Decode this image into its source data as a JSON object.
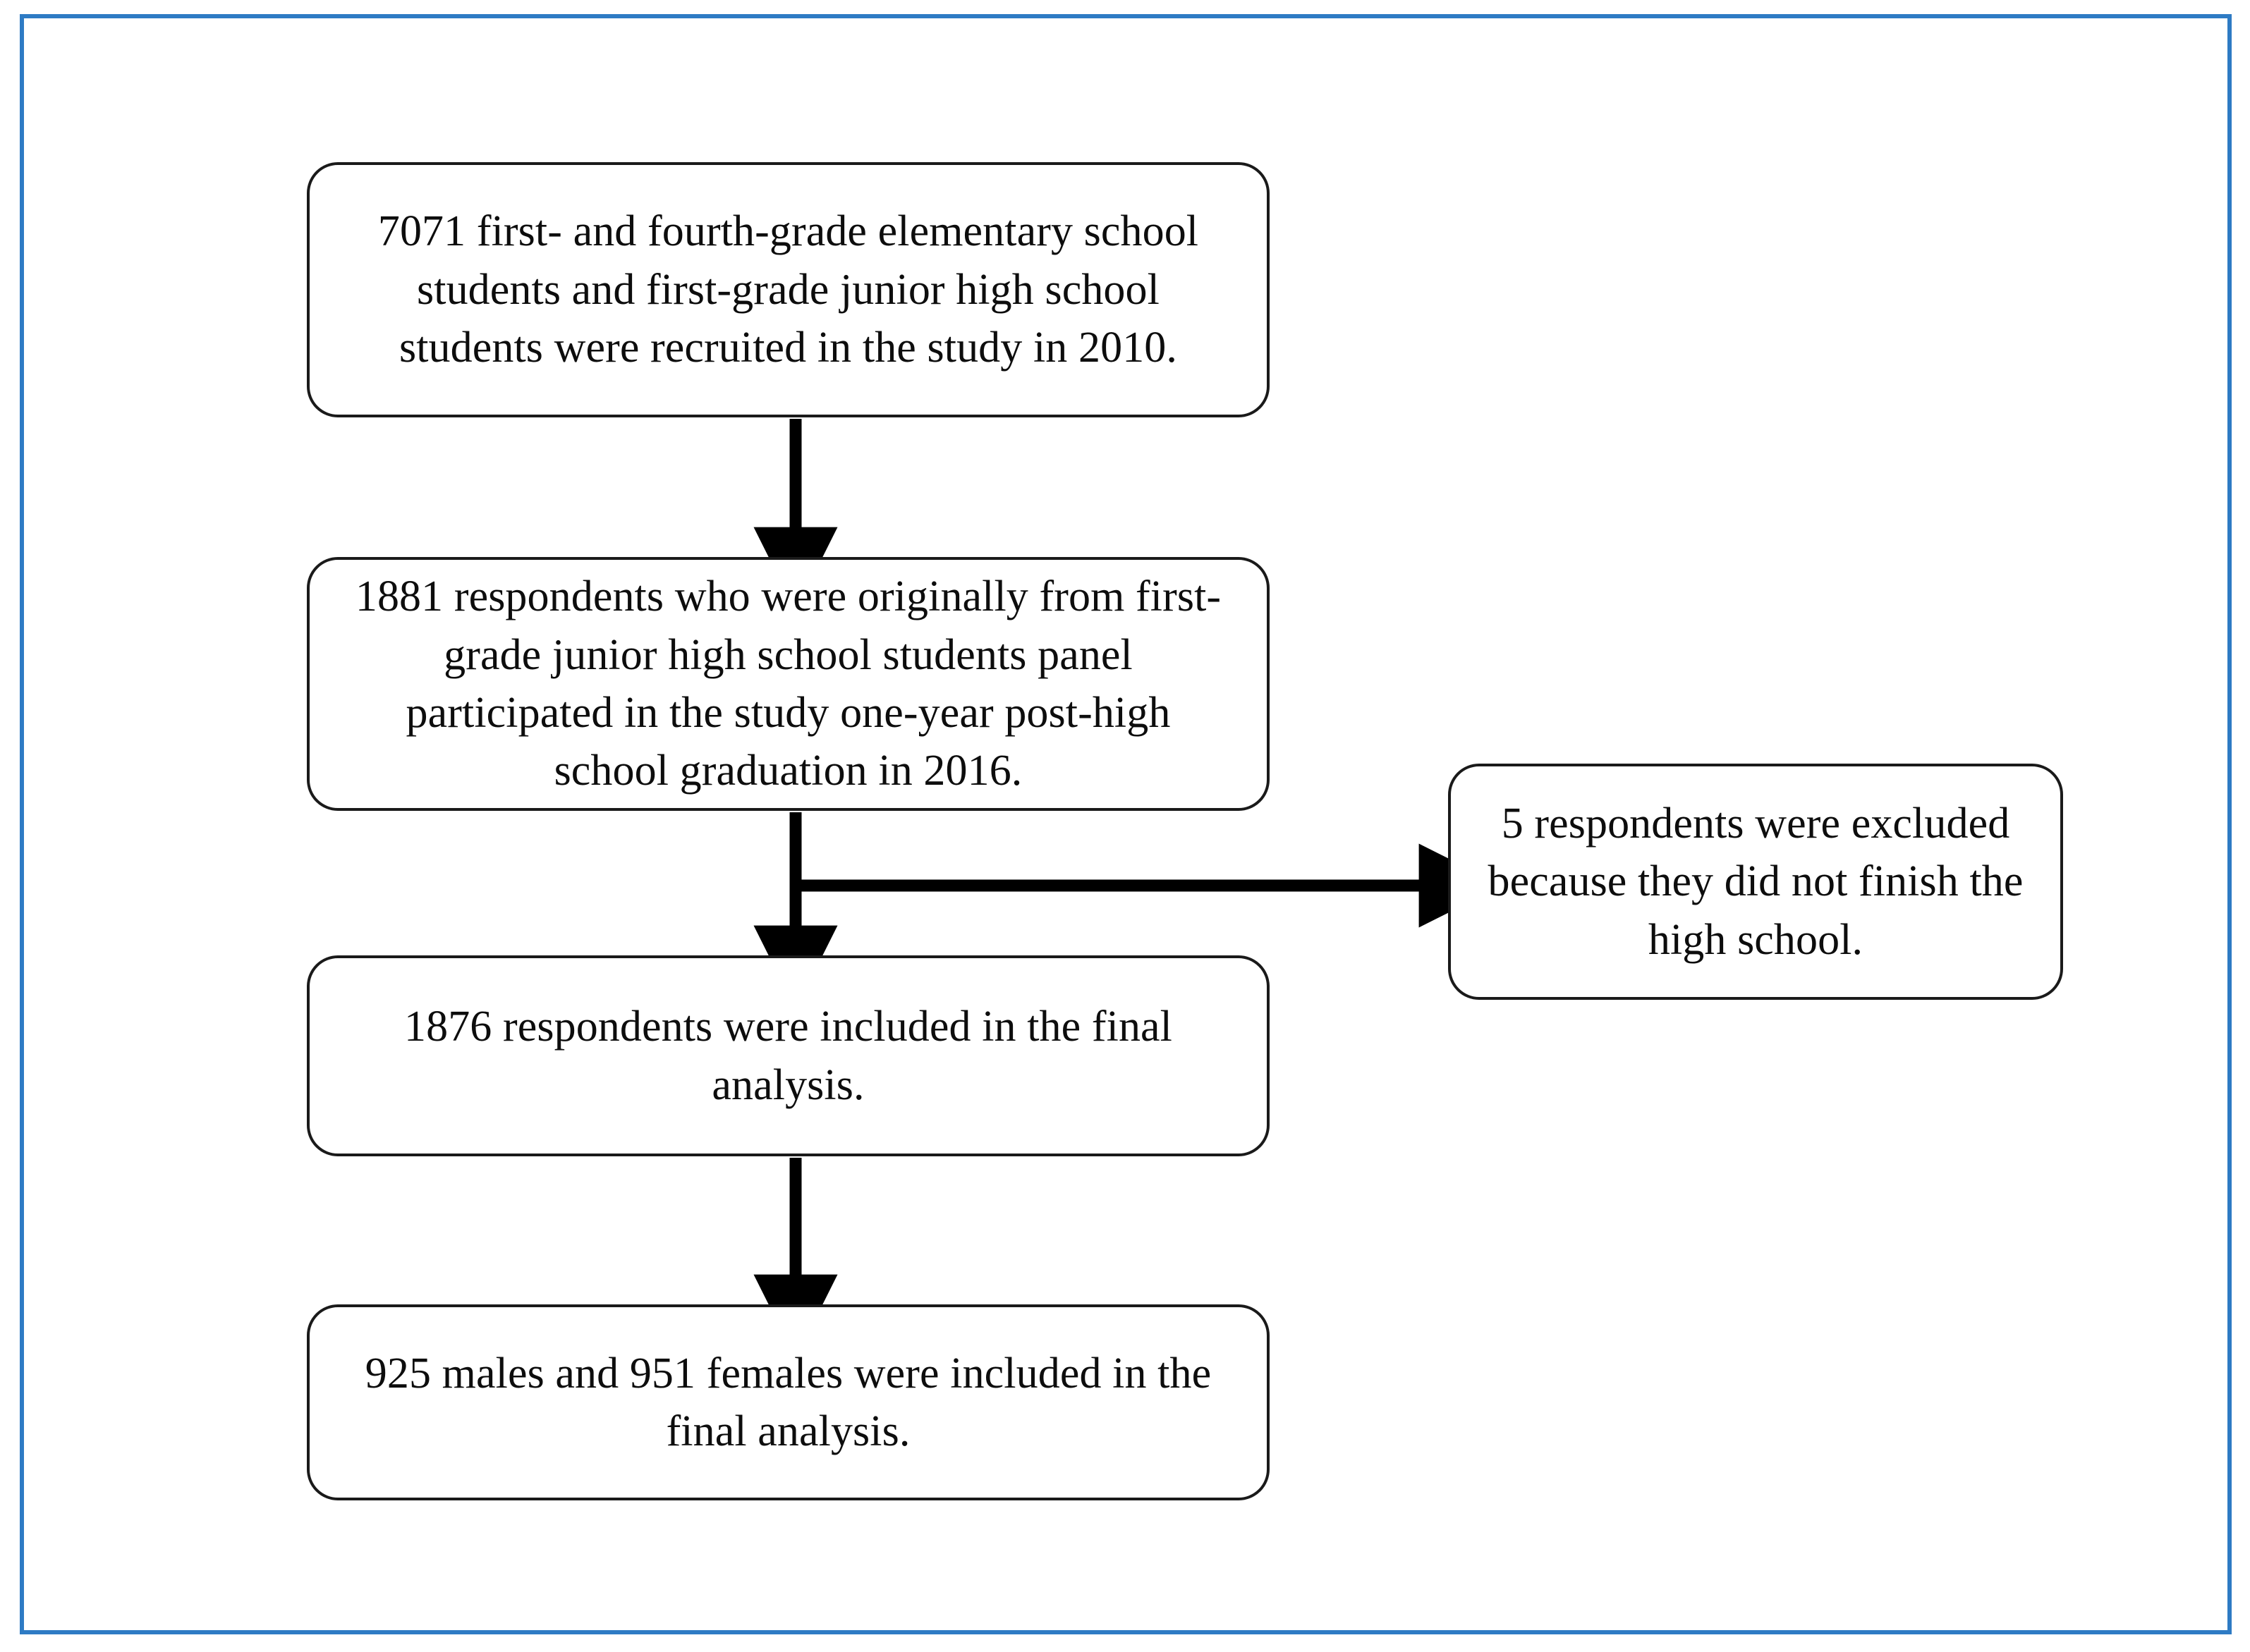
{
  "figure": {
    "type": "participant-flow-diagram",
    "border_color": "#2E7BC4",
    "box_border_color": "#1a1a1a",
    "connector_color": "#000000",
    "background_color": "#ffffff"
  },
  "nodes": {
    "recruited": {
      "id": "box-recruited",
      "text": "7071 first- and fourth-grade elementary school students and first-grade junior high school students were recruited in the study in 2010.",
      "count": 7071,
      "year": 2010
    },
    "followup": {
      "id": "box-followup",
      "text": "1881 respondents who were originally from first-grade junior high school students panel participated in the study one-year post-high school graduation in 2016.",
      "count": 1881,
      "year": 2016
    },
    "excluded": {
      "id": "box-excluded",
      "text": "5 respondents were excluded because they did not finish the high school.",
      "count": 5
    },
    "included": {
      "id": "box-included",
      "text": "1876 respondents were included in the final analysis.",
      "count": 1876
    },
    "bysex": {
      "id": "box-bysex",
      "text": "925 males and 951 females were included in the final analysis.",
      "males": 925,
      "females": 951
    }
  },
  "connectors": [
    {
      "name": "arrow-recruited-to-followup",
      "from": "recruited",
      "to": "followup",
      "direction": "down"
    },
    {
      "name": "arrow-followup-to-included",
      "from": "followup",
      "to": "included",
      "direction": "down"
    },
    {
      "name": "arrow-followup-to-excluded",
      "from": "followup",
      "to": "excluded",
      "direction": "right"
    },
    {
      "name": "arrow-included-to-bysex",
      "from": "included",
      "to": "bysex",
      "direction": "down"
    }
  ]
}
